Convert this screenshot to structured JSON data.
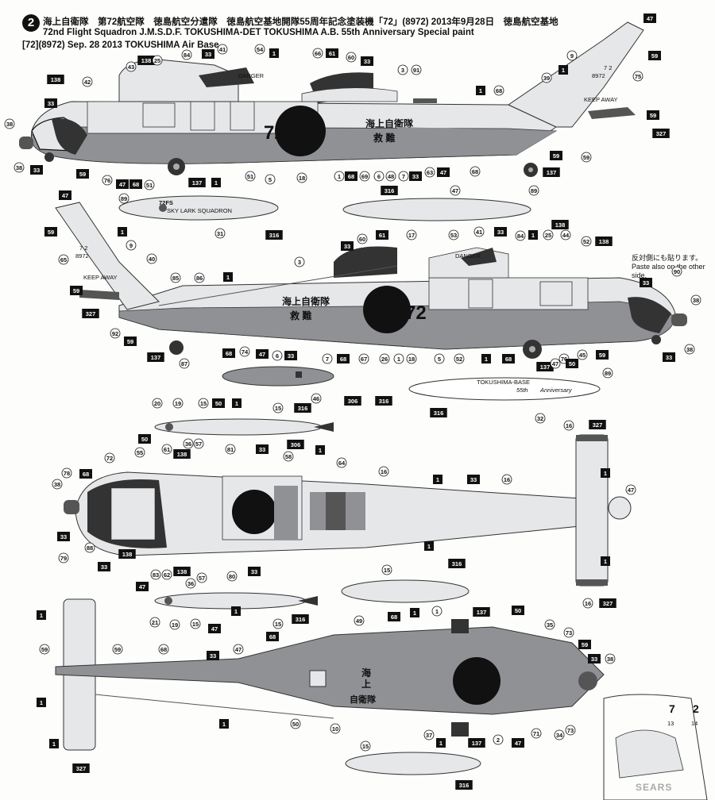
{
  "header": {
    "step": "2",
    "line1": "海上自衛隊　第72航空隊　徳島航空分遣隊　徳島航空基地開隊55周年記念塗装機「72」(8972) 2013年9月28日　徳島航空基地",
    "line2": "72nd Flight Squadron J.M.S.D.F. TOKUSHIMA-DET TOKUSHIMA A.B. 55th Anniversary Special paint",
    "line3": "[72](8972) Sep. 28 2013 TOKUSHIMA Air Base"
  },
  "note": {
    "jp": "反対側にも貼ります。",
    "en": "Paste also on the other side."
  },
  "markings": {
    "number": "72",
    "kaijo": "海上自衛隊",
    "kyunan": "救 難",
    "kai": "海",
    "ue": "上",
    "jieitai": "自衛隊",
    "serial": "8972",
    "tail_code": "7 2",
    "tank_72fs": "72FS",
    "tank_skylark": "SKY LARK SQUADRON",
    "tank_base": "TOKUSHIMA-BASE",
    "tank_anniv": "55th",
    "tank_anniversary": "Anniversary",
    "danger": "DANGER",
    "keep_away": "KEEP AWAY"
  },
  "inset": {
    "label_left": "7",
    "label_right": "2",
    "num_left": "13",
    "num_right": "14"
  },
  "brand": "SEARS",
  "callouts": {
    "c1": "1",
    "c2": "2",
    "c3": "3",
    "c5": "5",
    "c6": "6",
    "c7": "7",
    "c9": "9",
    "c10": "10",
    "c15": "15",
    "c16": "16",
    "c17": "17",
    "c18": "18",
    "c19": "19",
    "c20": "20",
    "c21": "21",
    "c25": "25",
    "c26": "26",
    "c31": "31",
    "c32": "32",
    "c33": "33",
    "c34": "34",
    "c35": "35",
    "c36": "36",
    "c37": "37",
    "c38": "38",
    "c39": "39",
    "c40": "40",
    "c41": "41",
    "c42": "42",
    "c43": "43",
    "c44": "44",
    "c45": "45",
    "c46": "46",
    "c47": "47",
    "c48": "48",
    "c49": "49",
    "c50": "50",
    "c51": "51",
    "c52": "52",
    "c53": "53",
    "c54": "54",
    "c55": "55",
    "c57": "57",
    "c58": "58",
    "c59": "59",
    "c60": "60",
    "c61": "61",
    "c62": "62",
    "c63": "63",
    "c64": "64",
    "c65": "65",
    "c66": "66",
    "c67": "67",
    "c68": "68",
    "c69": "69",
    "c71": "71",
    "c72": "72",
    "c73": "73",
    "c74": "74",
    "c75": "75",
    "c76": "76",
    "c78": "78",
    "c79": "79",
    "c80": "80",
    "c81": "81",
    "c83": "83",
    "c84": "84",
    "c85": "85",
    "c86": "86",
    "c87": "87",
    "c88": "88",
    "c89": "89",
    "c90": "90",
    "c91": "91",
    "c92": "92",
    "c137": "137",
    "c138": "138",
    "c306": "306",
    "c316": "316",
    "c327": "327"
  },
  "colors": {
    "gray_dark": "#8f9194",
    "gray_light": "#e6e7e8",
    "ink": "#111111",
    "line": "#555555"
  }
}
